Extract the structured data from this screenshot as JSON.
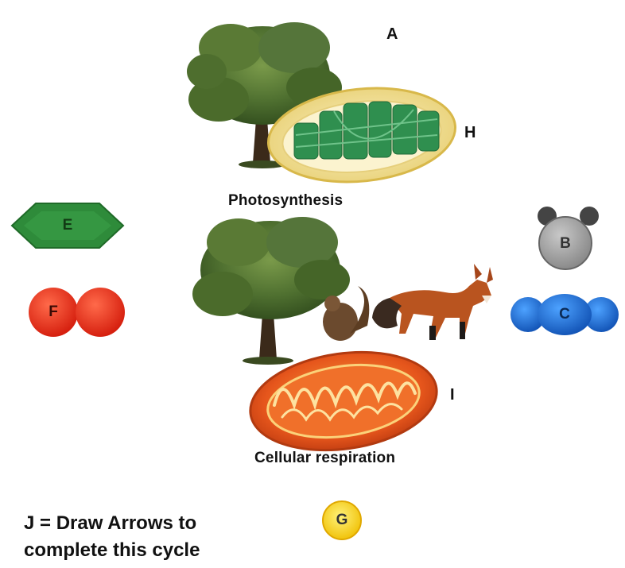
{
  "labels": {
    "a": "A",
    "h": "H",
    "i": "I",
    "photosynthesis": "Photosynthesis",
    "cellular_respiration": "Cellular respiration"
  },
  "molecules": {
    "e": "E",
    "f": "F",
    "b": "B",
    "c": "C",
    "g": "G"
  },
  "instruction": {
    "line1": "J = Draw Arrows to",
    "line2": "complete this cycle"
  },
  "colors": {
    "hexagon_green": "#2e8b3a",
    "oxygen_red": "#e8301e",
    "water_gray": "#9a9a9a",
    "co2_blue": "#1e6fd0",
    "sun_yellow": "#f6d21a",
    "mitochondrion_orange": "#e8561a",
    "chloroplast_green": "#2f8f4f",
    "foliage_green": "#4a6e2a"
  }
}
